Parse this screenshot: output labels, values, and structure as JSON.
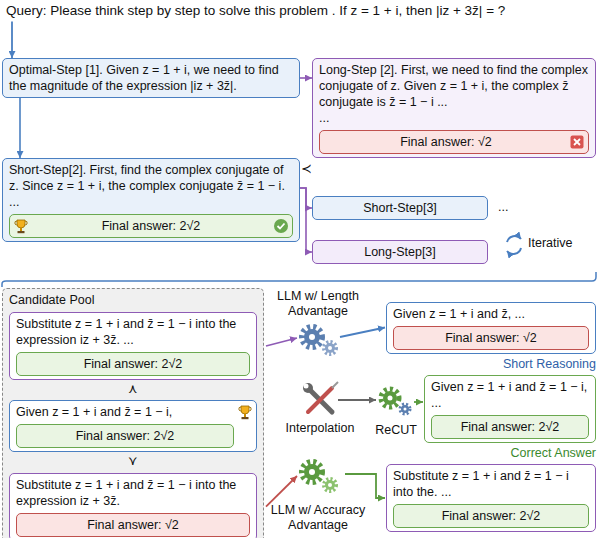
{
  "diagram": {
    "nodes": [
      {
        "text": [
          "Optimal-Step [1]. Given z = 1 + i, we need to find the magnitude of the expression |iz + 3z̄|."
        ]
      },
      {
        "text": [
          "Long-Step [2]. First, we need to find the complex conjugate of z. Given z = 1 + i, the complex z̄ conjugate is z̄ = 1 − i ...",
          "..."
        ]
      },
      {
        "text": [
          "Final answer: √2"
        ],
        "in": 1
      },
      {
        "text": [
          "Short-Step[2]. First, find the complex conjugate of z. Since z = 1 + i, the complex conjugate z̄ = 1 − i.",
          "..."
        ]
      },
      {
        "text": [
          "Final answer: 2√2"
        ],
        "in": 3
      },
      {
        "text": [
          "Short-Step[3]"
        ]
      },
      {
        "text": [
          "Long-Step[3]"
        ]
      },
      {
        "text": [
          "Candidate Pool"
        ]
      },
      {
        "text": [
          "Substitute z = 1 + i and z̄ = 1 − i into the expression iz + 3z̄. ..."
        ],
        "in": 7
      },
      {
        "text": [
          "Final answer: 2√2"
        ],
        "in": 8
      },
      {
        "text": [
          "Given z = 1 + i and z̄ = 1 − i,"
        ],
        "in": 7
      },
      {
        "text": [
          "Final answer: 2√2"
        ],
        "in": 10
      },
      {
        "text": [
          "Substitute z = 1 + i and z̄ = 1 − i into the expression iz + 3z̄."
        ],
        "in": 7
      },
      {
        "text": [
          "Final answer: √2"
        ],
        "in": 12
      },
      {
        "text": [
          "Given z = 1 + i and z̄, ..."
        ]
      },
      {
        "text": [
          "Final answer: √2"
        ],
        "in": 14
      },
      {
        "text": [
          "Given z = 1 + i and z̄ = 1 − i, ..."
        ]
      },
      {
        "text": [
          "Final answer: 2√2"
        ],
        "in": 16
      },
      {
        "text": [
          "Substitute z = 1 + i and z̄ = 1 − i into the. ..."
        ]
      },
      {
        "text": [
          "Final answer: 2√2"
        ],
        "in": 18
      }
    ],
    "edges": [
      {
        "from": 0,
        "to": 3,
        "arrow": "to"
      },
      {
        "from": 0,
        "to": 1,
        "arrow": "to"
      },
      {
        "from": 3,
        "to": 5,
        "arrow": "to"
      },
      {
        "from": 3,
        "to": 6,
        "arrow": "to"
      }
    ],
    "labels": [
      "Query: Please think step by step to solve this problem . If z = 1 + i, then |iz + 3z̄| = ?",
      "≺",
      "...",
      "Iterative",
      "⋏",
      "⋎",
      "LLM w/ Length Advantage",
      "Interpolation",
      "ReCUT",
      "LLM w/ Accuracy Advantage",
      "Short Reasoning",
      "Correct Answer"
    ]
  }
}
